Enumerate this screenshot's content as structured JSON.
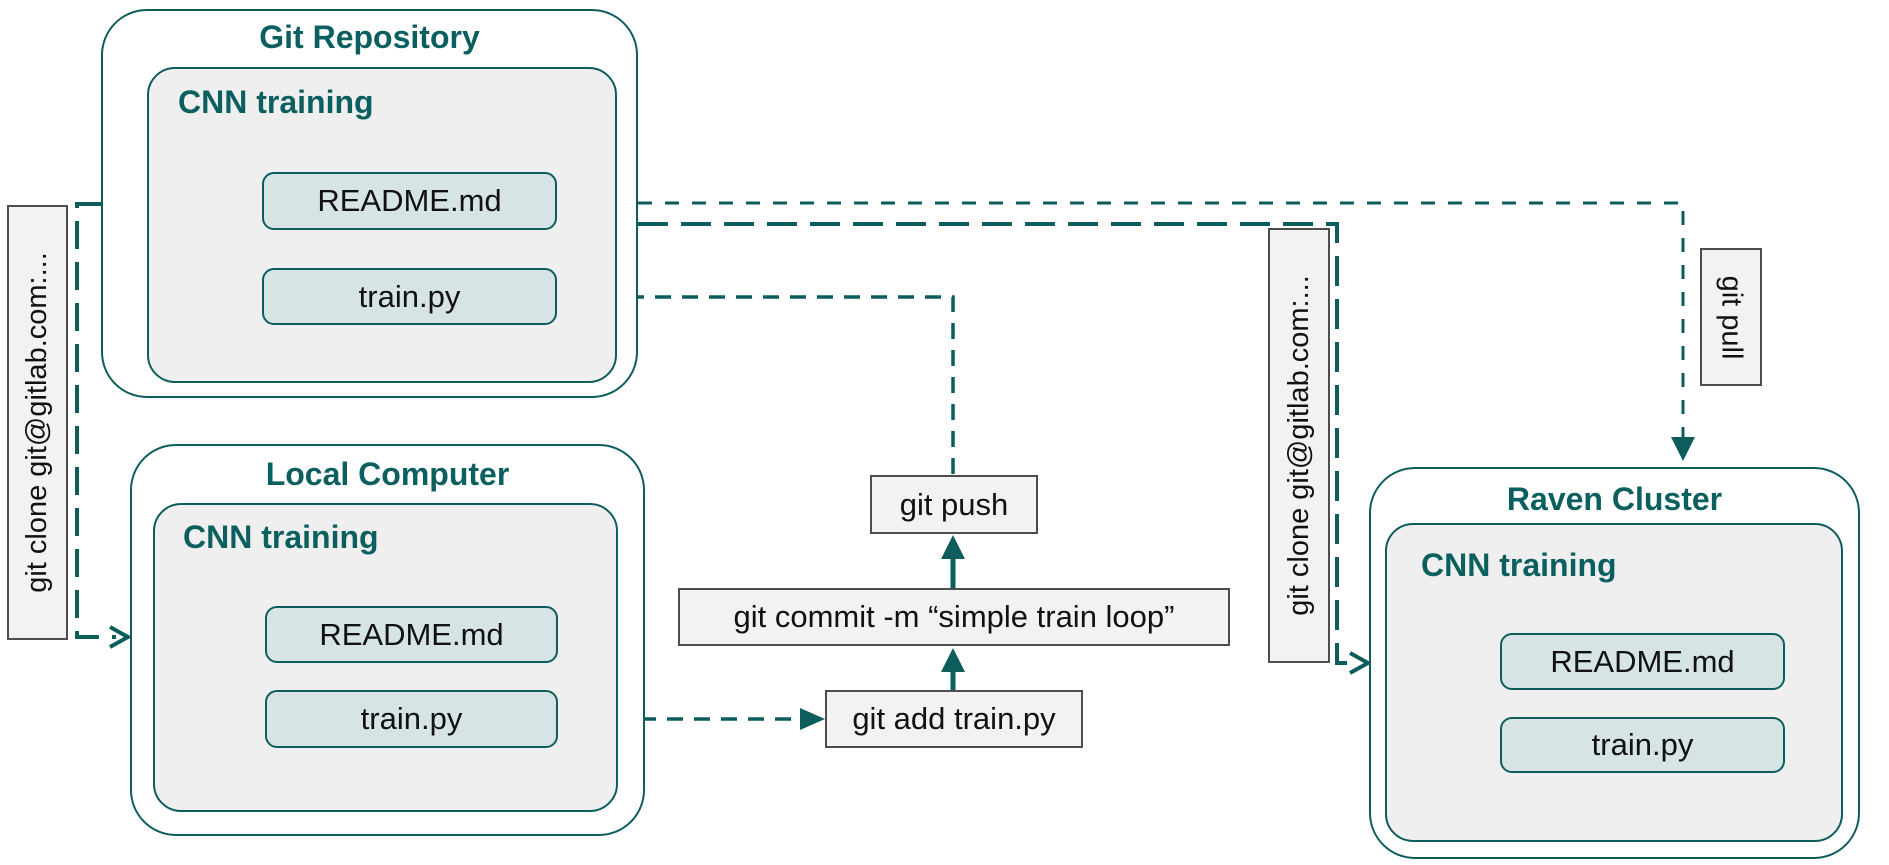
{
  "groups": {
    "git_repository": {
      "title": "Git Repository",
      "folder_label": "CNN training",
      "files": {
        "readme": "README.md",
        "train": "train.py"
      }
    },
    "local_computer": {
      "title": "Local Computer",
      "folder_label": "CNN training",
      "files": {
        "readme": "README.md",
        "train": "train.py"
      }
    },
    "raven_cluster": {
      "title": "Raven Cluster",
      "folder_label": "CNN training",
      "files": {
        "readme": "README.md",
        "train": "train.py"
      }
    }
  },
  "commands": {
    "git_clone_left": "git clone git@gitlab.com:...",
    "git_clone_right": "git clone git@gitlab.com:...",
    "git_add": "git add train.py",
    "git_commit": "git commit -m  “simple train loop”",
    "git_push": "git push",
    "git_pull": "git pull"
  },
  "colors": {
    "stroke_teal": "#0e5d5d",
    "title_teal": "#0c5f5f",
    "file_fill": "#d7e4e6",
    "folder_fill": "#efefef",
    "command_fill": "#f2f2f2",
    "command_border": "#4d4d4d"
  }
}
